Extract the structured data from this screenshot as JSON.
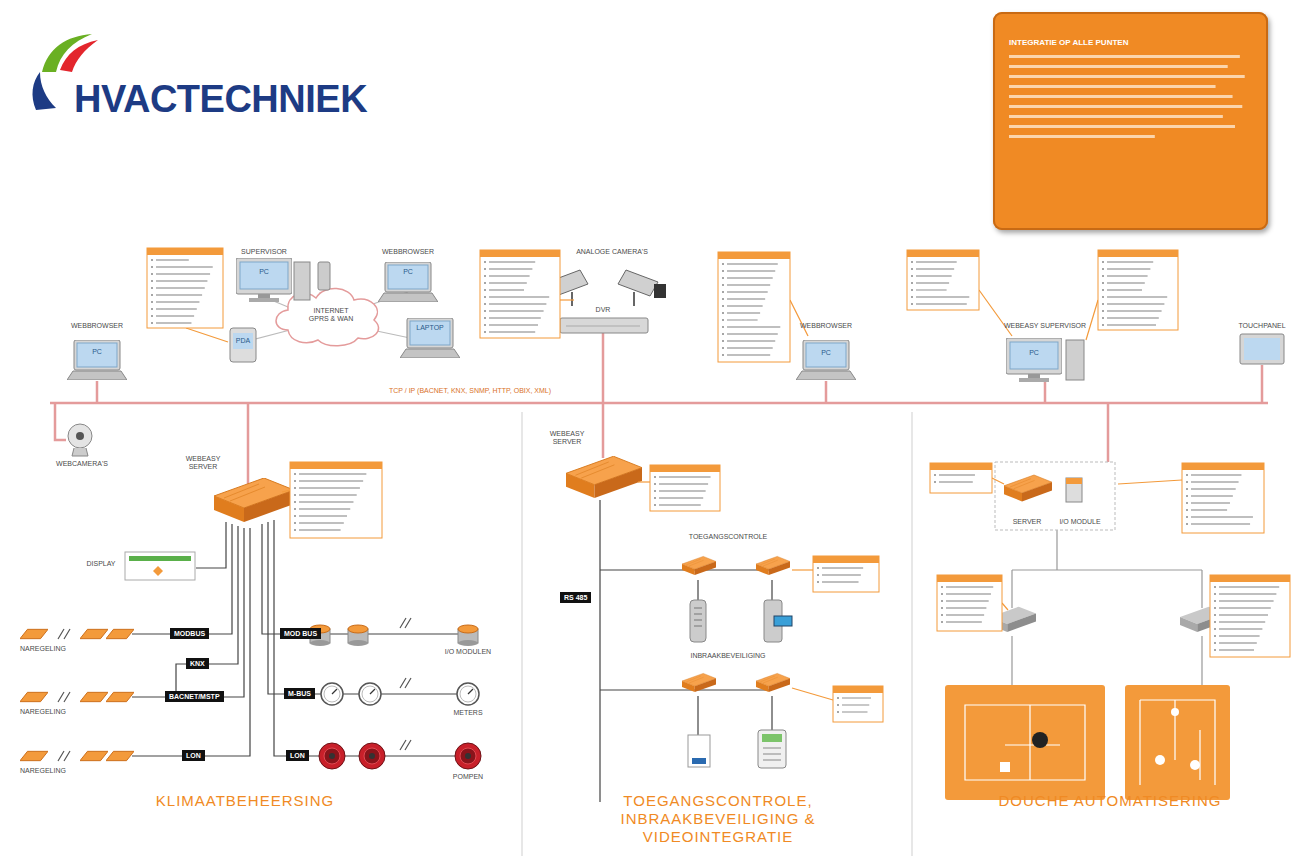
{
  "diagram": {
    "title": "HVACTECHNIEK",
    "nodes": [
      {
        "text": [
          "INTEGRATIE OP ALLE PUNTEN"
        ]
      },
      {
        "text": [
          "MODBUS"
        ]
      },
      {
        "text": [
          "KNX"
        ]
      },
      {
        "text": [
          "BACNET/MSTP"
        ]
      },
      {
        "text": [
          "LON"
        ]
      },
      {
        "text": [
          "MOD BUS"
        ]
      },
      {
        "text": [
          "M-BUS"
        ]
      },
      {
        "text": [
          "LON"
        ]
      },
      {
        "text": [
          "RS 485"
        ]
      }
    ],
    "labels": [
      "SUPERVISOR",
      "WEBBROWSER",
      "PC",
      "PC",
      "WEBBROWSER",
      "PC",
      "PDA",
      "INTERNET GPRS & WAN",
      "LAPTOP",
      "ANALOGE CAMERA'S",
      "DVR",
      "WEBBROWSER",
      "PC",
      "WEBEASY SUPERVISOR",
      "PC",
      "TOUCHPANEL",
      "TCP / IP (BACNET, KNX, SNMP, HTTP, OBIX, XML)",
      "WEBCAMERA'S",
      "WEBEASY SERVER",
      "DISPLAY",
      "NAREGELING",
      "NAREGELING",
      "NAREGELING",
      "I/O MODULEN",
      "METERS",
      "POMPEN",
      "KLIMAATBEHEERSING",
      "WEBEASY SERVER",
      "TOEGANGSCONTROLE",
      "INBRAAKBEVEILIGING",
      "TOEGANGSCONTROLE, INBRAAKBEVEILIGING & VIDEOINTEGRATIE",
      "SERVER",
      "I/O MODULE",
      "DOUCHE AUTOMATISERING"
    ]
  }
}
